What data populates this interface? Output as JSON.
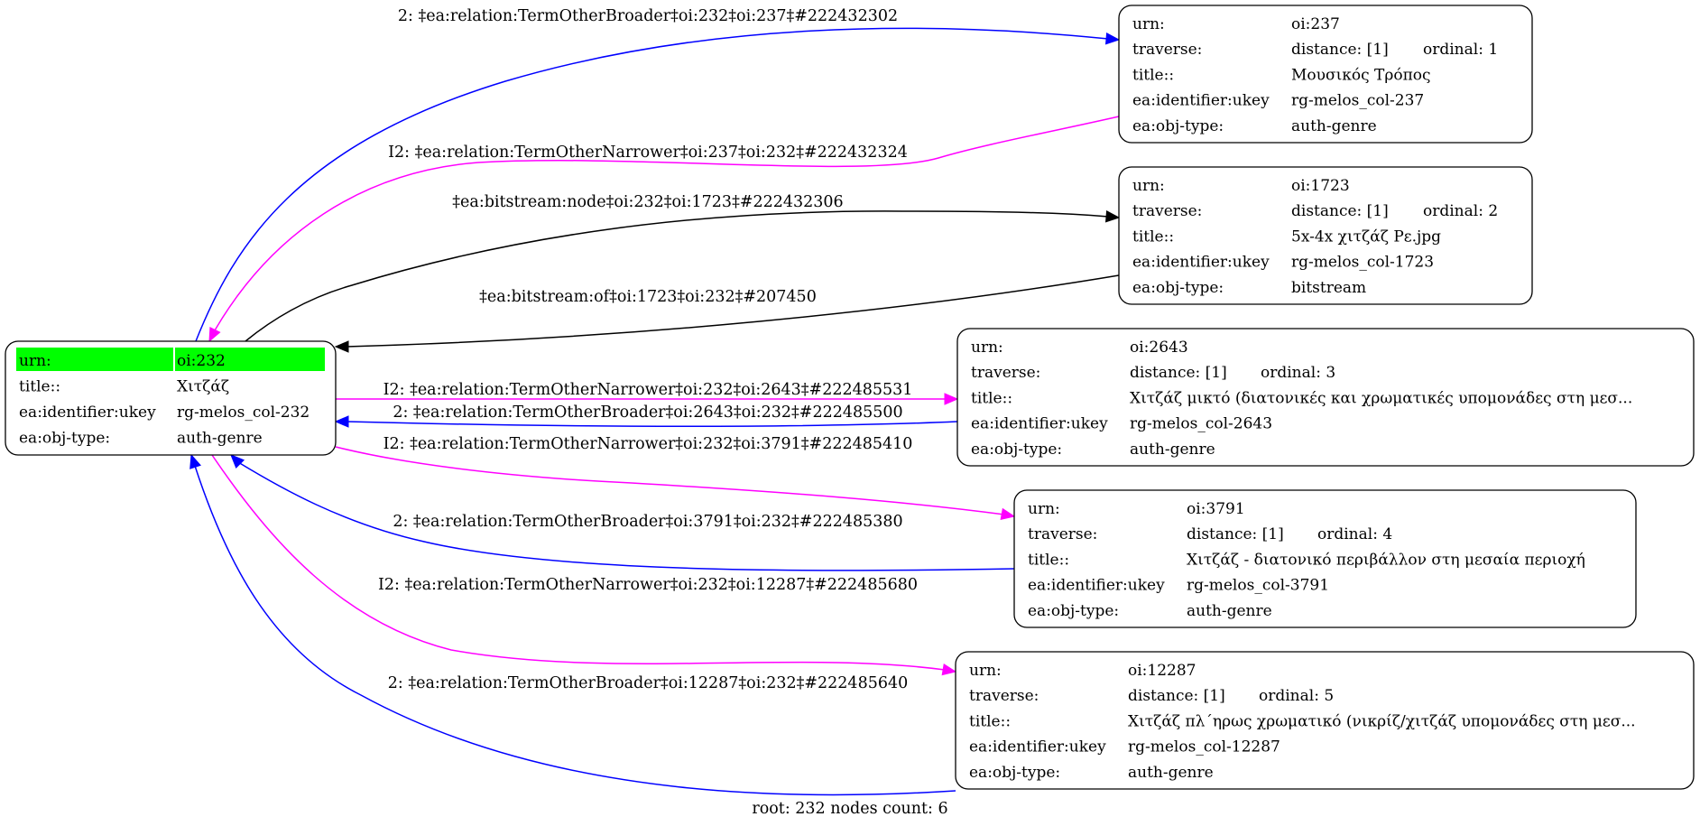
{
  "colors": {
    "broader": "#0000ff",
    "narrower": "#ff00ff",
    "bitstream": "#000000",
    "root_highlight": "#00ff00"
  },
  "root": {
    "id": "oi:232",
    "rows": [
      {
        "key": "urn:",
        "value": "oi:232",
        "highlight": true
      },
      {
        "key": "title::",
        "value": "Χιτζάζ"
      },
      {
        "key": "ea:identifier:ukey",
        "value": "rg-melos_col-232"
      },
      {
        "key": "ea:obj-type:",
        "value": "auth-genre"
      }
    ]
  },
  "nodes": [
    {
      "id": "oi:237",
      "rows": [
        {
          "key": "urn:",
          "value": "oi:237"
        },
        {
          "key": "traverse:",
          "value": "distance: [1]",
          "extra": "ordinal: 1"
        },
        {
          "key": "title::",
          "value": "Μουσικός Τρόπος"
        },
        {
          "key": "ea:identifier:ukey",
          "value": "rg-melos_col-237"
        },
        {
          "key": "ea:obj-type:",
          "value": "auth-genre"
        }
      ]
    },
    {
      "id": "oi:1723",
      "rows": [
        {
          "key": "urn:",
          "value": "oi:1723"
        },
        {
          "key": "traverse:",
          "value": "distance: [1]",
          "extra": "ordinal: 2"
        },
        {
          "key": "title::",
          "value": "5x-4x χιτζάζ Ρε.jpg"
        },
        {
          "key": "ea:identifier:ukey",
          "value": "rg-melos_col-1723"
        },
        {
          "key": "ea:obj-type:",
          "value": "bitstream"
        }
      ]
    },
    {
      "id": "oi:2643",
      "rows": [
        {
          "key": "urn:",
          "value": "oi:2643"
        },
        {
          "key": "traverse:",
          "value": "distance: [1]",
          "extra": "ordinal: 3"
        },
        {
          "key": "title::",
          "value": "Χιτζάζ μικτό (διατονικές και χρωματικές υπομονάδες στη μεσ..."
        },
        {
          "key": "ea:identifier:ukey",
          "value": "rg-melos_col-2643"
        },
        {
          "key": "ea:obj-type:",
          "value": "auth-genre"
        }
      ]
    },
    {
      "id": "oi:3791",
      "rows": [
        {
          "key": "urn:",
          "value": "oi:3791"
        },
        {
          "key": "traverse:",
          "value": "distance: [1]",
          "extra": "ordinal: 4"
        },
        {
          "key": "title::",
          "value": "Χιτζάζ - διατονικό περιβάλλον στη μεσαία περιοχή"
        },
        {
          "key": "ea:identifier:ukey",
          "value": "rg-melos_col-3791"
        },
        {
          "key": "ea:obj-type:",
          "value": "auth-genre"
        }
      ]
    },
    {
      "id": "oi:12287",
      "rows": [
        {
          "key": "urn:",
          "value": "oi:12287"
        },
        {
          "key": "traverse:",
          "value": "distance: [1]",
          "extra": "ordinal: 5"
        },
        {
          "key": "title::",
          "value": "Χιτζάζ πλ΄ηρως χρωματικό (νικρίζ/χιτζάζ υπομονάδες στη μεσ..."
        },
        {
          "key": "ea:identifier:ukey",
          "value": "rg-melos_col-12287"
        },
        {
          "key": "ea:obj-type:",
          "value": "auth-genre"
        }
      ]
    }
  ],
  "edges": [
    {
      "from": "oi:232",
      "to": "oi:237",
      "kind": "broader",
      "label": "2: ‡ea:relation:TermOtherBroader‡oi:232‡oi:237‡#222432302"
    },
    {
      "from": "oi:237",
      "to": "oi:232",
      "kind": "narrower",
      "label": "I2: ‡ea:relation:TermOtherNarrower‡oi:237‡oi:232‡#222432324"
    },
    {
      "from": "oi:232",
      "to": "oi:1723",
      "kind": "bitstream",
      "label": "‡ea:bitstream:node‡oi:232‡oi:1723‡#222432306"
    },
    {
      "from": "oi:1723",
      "to": "oi:232",
      "kind": "bitstream",
      "label": "‡ea:bitstream:of‡oi:1723‡oi:232‡#207450"
    },
    {
      "from": "oi:232",
      "to": "oi:2643",
      "kind": "narrower",
      "label": "I2: ‡ea:relation:TermOtherNarrower‡oi:232‡oi:2643‡#222485531"
    },
    {
      "from": "oi:2643",
      "to": "oi:232",
      "kind": "broader",
      "label": "2: ‡ea:relation:TermOtherBroader‡oi:2643‡oi:232‡#222485500"
    },
    {
      "from": "oi:232",
      "to": "oi:3791",
      "kind": "narrower",
      "label": "I2: ‡ea:relation:TermOtherNarrower‡oi:232‡oi:3791‡#222485410"
    },
    {
      "from": "oi:3791",
      "to": "oi:232",
      "kind": "broader",
      "label": "2: ‡ea:relation:TermOtherBroader‡oi:3791‡oi:232‡#222485380"
    },
    {
      "from": "oi:232",
      "to": "oi:12287",
      "kind": "narrower",
      "label": "I2: ‡ea:relation:TermOtherNarrower‡oi:232‡oi:12287‡#222485680"
    },
    {
      "from": "oi:12287",
      "to": "oi:232",
      "kind": "broader",
      "label": "2: ‡ea:relation:TermOtherBroader‡oi:12287‡oi:232‡#222485640"
    }
  ],
  "footer": {
    "label": "root: 232 nodes count: 6"
  }
}
